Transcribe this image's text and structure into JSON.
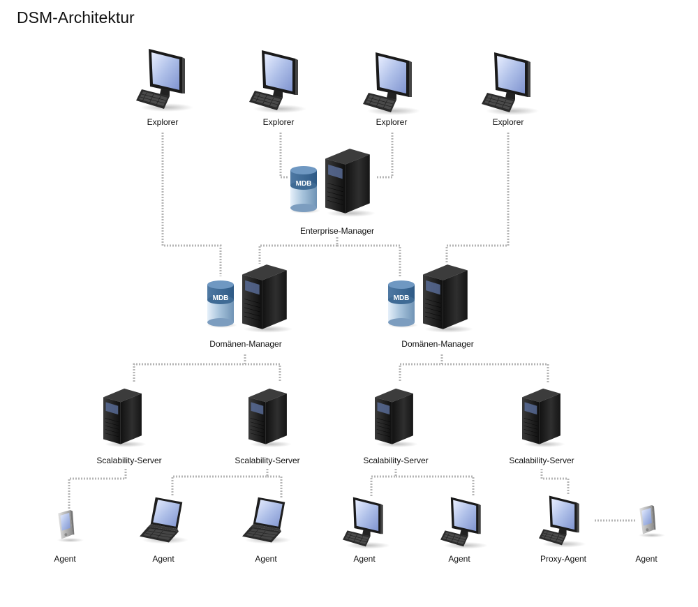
{
  "title": "DSM-Architektur",
  "mdb_label": "MDB",
  "colors": {
    "connector": "#b4b4b4",
    "server_body": "#1e1e1e",
    "screen": "#aebfe8",
    "db": "#a8c4dc"
  },
  "nodes": {
    "explorer_1": {
      "label": "Explorer",
      "icon": "desktop-computer-icon"
    },
    "explorer_2": {
      "label": "Explorer",
      "icon": "desktop-computer-icon"
    },
    "explorer_3": {
      "label": "Explorer",
      "icon": "desktop-computer-icon"
    },
    "explorer_4": {
      "label": "Explorer",
      "icon": "desktop-computer-icon"
    },
    "enterprise_manager": {
      "label": "Enterprise-Manager",
      "icon": "server-with-database-icon"
    },
    "domain_manager_1": {
      "label": "Domänen-Manager",
      "icon": "server-with-database-icon"
    },
    "domain_manager_2": {
      "label": "Domänen-Manager",
      "icon": "server-with-database-icon"
    },
    "scalability_1": {
      "label": "Scalability-Server",
      "icon": "server-tower-icon"
    },
    "scalability_2": {
      "label": "Scalability-Server",
      "icon": "server-tower-icon"
    },
    "scalability_3": {
      "label": "Scalability-Server",
      "icon": "server-tower-icon"
    },
    "scalability_4": {
      "label": "Scalability-Server",
      "icon": "server-tower-icon"
    },
    "agent_1": {
      "label": "Agent",
      "icon": "pda-icon"
    },
    "agent_2": {
      "label": "Agent",
      "icon": "laptop-icon"
    },
    "agent_3": {
      "label": "Agent",
      "icon": "laptop-icon"
    },
    "agent_4": {
      "label": "Agent",
      "icon": "desktop-computer-icon"
    },
    "agent_5": {
      "label": "Agent",
      "icon": "desktop-computer-icon"
    },
    "proxy_agent": {
      "label": "Proxy-Agent",
      "icon": "desktop-computer-icon"
    },
    "agent_7": {
      "label": "Agent",
      "icon": "pda-icon"
    }
  },
  "connections": [
    [
      "explorer_1",
      "domain_manager_1"
    ],
    [
      "explorer_2",
      "enterprise_manager"
    ],
    [
      "explorer_3",
      "enterprise_manager"
    ],
    [
      "explorer_4",
      "domain_manager_2"
    ],
    [
      "enterprise_manager",
      "domain_manager_1"
    ],
    [
      "enterprise_manager",
      "domain_manager_2"
    ],
    [
      "domain_manager_1",
      "scalability_1"
    ],
    [
      "domain_manager_1",
      "scalability_2"
    ],
    [
      "domain_manager_2",
      "scalability_3"
    ],
    [
      "domain_manager_2",
      "scalability_4"
    ],
    [
      "scalability_1",
      "agent_1"
    ],
    [
      "scalability_2",
      "agent_2"
    ],
    [
      "scalability_2",
      "agent_3"
    ],
    [
      "scalability_3",
      "agent_4"
    ],
    [
      "scalability_3",
      "agent_5"
    ],
    [
      "scalability_4",
      "proxy_agent"
    ],
    [
      "proxy_agent",
      "agent_7"
    ]
  ]
}
